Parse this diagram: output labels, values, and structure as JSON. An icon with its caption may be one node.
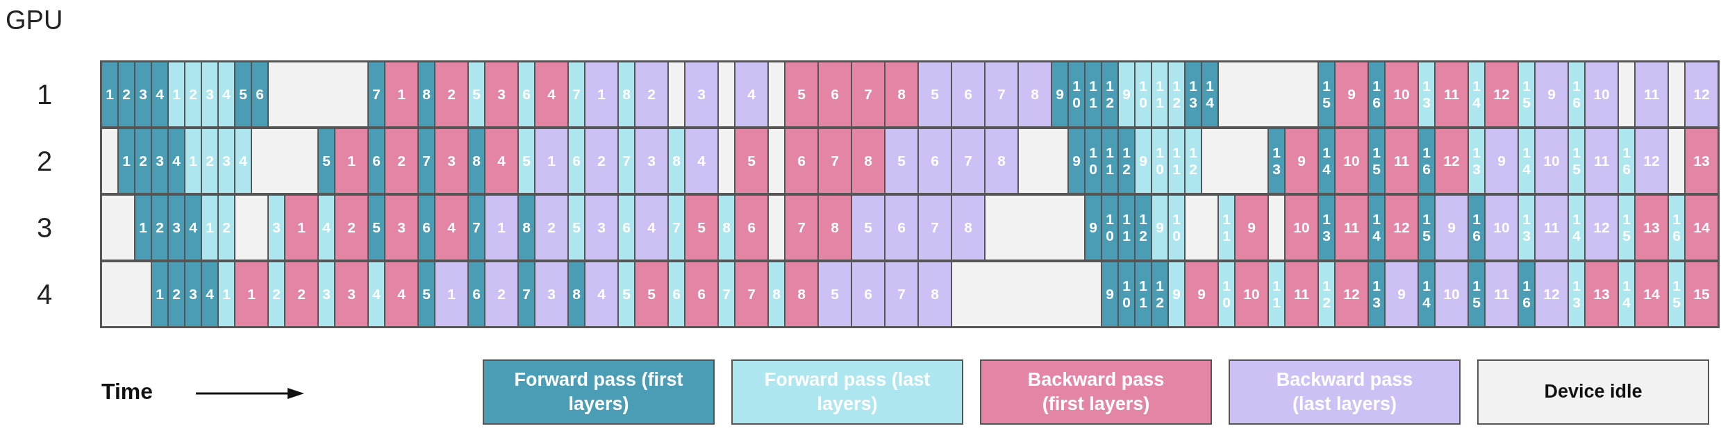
{
  "diagram": {
    "nodes": [
      {
        "text": [
          "1"
        ]
      },
      {
        "text": [
          "1"
        ],
        "in": 0
      },
      {
        "text": [
          "2"
        ],
        "in": 0
      },
      {
        "text": [
          "3"
        ],
        "in": 0
      },
      {
        "text": [
          "4"
        ],
        "in": 0
      },
      {
        "text": [
          "1"
        ],
        "in": 0
      },
      {
        "text": [
          "2"
        ],
        "in": 0
      },
      {
        "text": [
          "3"
        ],
        "in": 0
      },
      {
        "text": [
          "4"
        ],
        "in": 0
      },
      {
        "text": [
          "5"
        ],
        "in": 0
      },
      {
        "text": [
          "6"
        ],
        "in": 0
      },
      {
        "text": [],
        "shape": "box",
        "in": 0
      },
      {
        "text": [
          "7"
        ],
        "in": 0
      },
      {
        "text": [
          "1"
        ],
        "in": 0
      },
      {
        "text": [
          "8"
        ],
        "in": 0
      },
      {
        "text": [
          "2"
        ],
        "in": 0
      },
      {
        "text": [
          "5"
        ],
        "in": 0
      },
      {
        "text": [
          "3"
        ],
        "in": 0
      },
      {
        "text": [
          "6"
        ],
        "in": 0
      },
      {
        "text": [
          "4"
        ],
        "in": 0
      },
      {
        "text": [
          "7"
        ],
        "in": 0
      },
      {
        "text": [
          "1"
        ],
        "in": 0
      },
      {
        "text": [
          "8"
        ],
        "in": 0
      },
      {
        "text": [
          "2"
        ],
        "in": 0
      },
      {
        "text": [],
        "shape": "box",
        "in": 0
      },
      {
        "text": [
          "3"
        ],
        "in": 0
      },
      {
        "text": [],
        "shape": "box",
        "in": 0
      },
      {
        "text": [
          "4"
        ],
        "in": 0
      },
      {
        "text": [],
        "shape": "box",
        "in": 0
      },
      {
        "text": [
          "5"
        ],
        "in": 0
      },
      {
        "text": [
          "6"
        ],
        "in": 0
      },
      {
        "text": [
          "7"
        ],
        "in": 0
      },
      {
        "text": [
          "8"
        ],
        "in": 0
      },
      {
        "text": [
          "5"
        ],
        "in": 0
      },
      {
        "text": [
          "6"
        ],
        "in": 0
      },
      {
        "text": [
          "7"
        ],
        "in": 0
      },
      {
        "text": [
          "8"
        ],
        "in": 0
      },
      {
        "text": [
          "9"
        ],
        "in": 0
      },
      {
        "text": [
          "10"
        ],
        "in": 0
      },
      {
        "text": [
          "11"
        ],
        "in": 0
      },
      {
        "text": [
          "12"
        ],
        "in": 0
      },
      {
        "text": [
          "9"
        ],
        "in": 0
      },
      {
        "text": [
          "10"
        ],
        "in": 0
      },
      {
        "text": [
          "11"
        ],
        "in": 0
      },
      {
        "text": [
          "12"
        ],
        "in": 0
      },
      {
        "text": [
          "13"
        ],
        "in": 0
      },
      {
        "text": [
          "14"
        ],
        "in": 0
      },
      {
        "text": [],
        "shape": "box",
        "in": 0
      },
      {
        "text": [
          "15"
        ],
        "in": 0
      },
      {
        "text": [
          "9"
        ],
        "in": 0
      },
      {
        "text": [
          "16"
        ],
        "in": 0
      },
      {
        "text": [
          "10"
        ],
        "in": 0
      },
      {
        "text": [
          "13"
        ],
        "in": 0
      },
      {
        "text": [
          "11"
        ],
        "in": 0
      },
      {
        "text": [
          "14"
        ],
        "in": 0
      },
      {
        "text": [
          "12"
        ],
        "in": 0
      },
      {
        "text": [
          "15"
        ],
        "in": 0
      },
      {
        "text": [
          "9"
        ],
        "in": 0
      },
      {
        "text": [
          "16"
        ],
        "in": 0
      },
      {
        "text": [
          "10"
        ],
        "in": 0
      },
      {
        "text": [],
        "shape": "box",
        "in": 0
      },
      {
        "text": [
          "11"
        ],
        "in": 0
      },
      {
        "text": [],
        "shape": "box",
        "in": 0
      },
      {
        "text": [
          "12"
        ],
        "in": 0
      },
      {
        "text": [
          "2"
        ]
      },
      {
        "text": [],
        "shape": "box",
        "in": 64
      },
      {
        "text": [
          "1"
        ],
        "in": 64
      },
      {
        "text": [
          "2"
        ],
        "in": 64
      },
      {
        "text": [
          "3"
        ],
        "in": 64
      },
      {
        "text": [
          "4"
        ],
        "in": 64
      },
      {
        "text": [
          "1"
        ],
        "in": 64
      },
      {
        "text": [
          "2"
        ],
        "in": 64
      },
      {
        "text": [
          "3"
        ],
        "in": 64
      },
      {
        "text": [
          "4"
        ],
        "in": 64
      },
      {
        "text": [],
        "shape": "box",
        "in": 64
      },
      {
        "text": [
          "5"
        ],
        "in": 64
      },
      {
        "text": [
          "1"
        ],
        "in": 64
      },
      {
        "text": [
          "6"
        ],
        "in": 64
      },
      {
        "text": [
          "2"
        ],
        "in": 64
      },
      {
        "text": [
          "7"
        ],
        "in": 64
      },
      {
        "text": [
          "3"
        ],
        "in": 64
      },
      {
        "text": [
          "8"
        ],
        "in": 64
      },
      {
        "text": [
          "4"
        ],
        "in": 64
      },
      {
        "text": [
          "5"
        ],
        "in": 64
      },
      {
        "text": [
          "1"
        ],
        "in": 64
      },
      {
        "text": [
          "6"
        ],
        "in": 64
      },
      {
        "text": [
          "2"
        ],
        "in": 64
      },
      {
        "text": [
          "7"
        ],
        "in": 64
      },
      {
        "text": [
          "3"
        ],
        "in": 64
      },
      {
        "text": [
          "8"
        ],
        "in": 64
      },
      {
        "text": [
          "4"
        ],
        "in": 64
      },
      {
        "text": [],
        "shape": "box",
        "in": 64
      },
      {
        "text": [
          "5"
        ],
        "in": 64
      },
      {
        "text": [],
        "shape": "box",
        "in": 64
      },
      {
        "text": [
          "6"
        ],
        "in": 64
      },
      {
        "text": [
          "7"
        ],
        "in": 64
      },
      {
        "text": [
          "8"
        ],
        "in": 64
      },
      {
        "text": [
          "5"
        ],
        "in": 64
      },
      {
        "text": [
          "6"
        ],
        "in": 64
      },
      {
        "text": [
          "7"
        ],
        "in": 64
      },
      {
        "text": [
          "8"
        ],
        "in": 64
      },
      {
        "text": [],
        "shape": "box",
        "in": 64
      },
      {
        "text": [
          "9"
        ],
        "in": 64
      },
      {
        "text": [
          "10"
        ],
        "in": 64
      },
      {
        "text": [
          "11"
        ],
        "in": 64
      },
      {
        "text": [
          "12"
        ],
        "in": 64
      },
      {
        "text": [
          "9"
        ],
        "in": 64
      },
      {
        "text": [
          "10"
        ],
        "in": 64
      },
      {
        "text": [
          "11"
        ],
        "in": 64
      },
      {
        "text": [
          "12"
        ],
        "in": 64
      },
      {
        "text": [],
        "shape": "box",
        "in": 64
      },
      {
        "text": [
          "13"
        ],
        "in": 64
      },
      {
        "text": [
          "9"
        ],
        "in": 64
      },
      {
        "text": [
          "14"
        ],
        "in": 64
      },
      {
        "text": [
          "10"
        ],
        "in": 64
      },
      {
        "text": [
          "15"
        ],
        "in": 64
      },
      {
        "text": [
          "11"
        ],
        "in": 64
      },
      {
        "text": [
          "16"
        ],
        "in": 64
      },
      {
        "text": [
          "12"
        ],
        "in": 64
      },
      {
        "text": [
          "13"
        ],
        "in": 64
      },
      {
        "text": [
          "9"
        ],
        "in": 64
      },
      {
        "text": [
          "14"
        ],
        "in": 64
      },
      {
        "text": [
          "10"
        ],
        "in": 64
      },
      {
        "text": [
          "15"
        ],
        "in": 64
      },
      {
        "text": [
          "11"
        ],
        "in": 64
      },
      {
        "text": [
          "16"
        ],
        "in": 64
      },
      {
        "text": [
          "12"
        ],
        "in": 64
      },
      {
        "text": [],
        "shape": "box",
        "in": 64
      },
      {
        "text": [
          "13"
        ],
        "in": 64
      },
      {
        "text": [
          "3"
        ]
      },
      {
        "text": [],
        "shape": "box",
        "in": 129
      },
      {
        "text": [
          "1"
        ],
        "in": 129
      },
      {
        "text": [
          "2"
        ],
        "in": 129
      },
      {
        "text": [
          "3"
        ],
        "in": 129
      },
      {
        "text": [
          "4"
        ],
        "in": 129
      },
      {
        "text": [
          "1"
        ],
        "in": 129
      },
      {
        "text": [
          "2"
        ],
        "in": 129
      },
      {
        "text": [],
        "shape": "box",
        "in": 129
      },
      {
        "text": [
          "3"
        ],
        "in": 129
      },
      {
        "text": [
          "1"
        ],
        "in": 129
      },
      {
        "text": [
          "4"
        ],
        "in": 129
      },
      {
        "text": [
          "2"
        ],
        "in": 129
      },
      {
        "text": [
          "5"
        ],
        "in": 129
      },
      {
        "text": [
          "3"
        ],
        "in": 129
      },
      {
        "text": [
          "6"
        ],
        "in": 129
      },
      {
        "text": [
          "4"
        ],
        "in": 129
      },
      {
        "text": [
          "7"
        ],
        "in": 129
      },
      {
        "text": [
          "1"
        ],
        "in": 129
      },
      {
        "text": [
          "8"
        ],
        "in": 129
      },
      {
        "text": [
          "2"
        ],
        "in": 129
      },
      {
        "text": [
          "5"
        ],
        "in": 129
      },
      {
        "text": [
          "3"
        ],
        "in": 129
      },
      {
        "text": [
          "6"
        ],
        "in": 129
      },
      {
        "text": [
          "4"
        ],
        "in": 129
      },
      {
        "text": [
          "7"
        ],
        "in": 129
      },
      {
        "text": [
          "5"
        ],
        "in": 129
      },
      {
        "text": [
          "8"
        ],
        "in": 129
      },
      {
        "text": [
          "6"
        ],
        "in": 129
      },
      {
        "text": [],
        "shape": "box",
        "in": 129
      },
      {
        "text": [
          "7"
        ],
        "in": 129
      },
      {
        "text": [
          "8"
        ],
        "in": 129
      },
      {
        "text": [
          "5"
        ],
        "in": 129
      },
      {
        "text": [
          "6"
        ],
        "in": 129
      },
      {
        "text": [
          "7"
        ],
        "in": 129
      },
      {
        "text": [
          "8"
        ],
        "in": 129
      },
      {
        "text": [],
        "shape": "box",
        "in": 129
      },
      {
        "text": [
          "9"
        ],
        "in": 129
      },
      {
        "text": [
          "10"
        ],
        "in": 129
      },
      {
        "text": [
          "11"
        ],
        "in": 129
      },
      {
        "text": [
          "12"
        ],
        "in": 129
      },
      {
        "text": [
          "9"
        ],
        "in": 129
      },
      {
        "text": [
          "10"
        ],
        "in": 129
      },
      {
        "text": [],
        "shape": "box",
        "in": 129
      },
      {
        "text": [
          "11"
        ],
        "in": 129
      },
      {
        "text": [
          "9"
        ],
        "in": 129
      },
      {
        "text": [],
        "shape": "box",
        "in": 129
      },
      {
        "text": [
          "10"
        ],
        "in": 129
      },
      {
        "text": [
          "13"
        ],
        "in": 129
      },
      {
        "text": [
          "11"
        ],
        "in": 129
      },
      {
        "text": [
          "14"
        ],
        "in": 129
      },
      {
        "text": [
          "12"
        ],
        "in": 129
      },
      {
        "text": [
          "15"
        ],
        "in": 129
      },
      {
        "text": [
          "9"
        ],
        "in": 129
      },
      {
        "text": [
          "16"
        ],
        "in": 129
      },
      {
        "text": [
          "10"
        ],
        "in": 129
      },
      {
        "text": [
          "13"
        ],
        "in": 129
      },
      {
        "text": [
          "11"
        ],
        "in": 129
      },
      {
        "text": [
          "14"
        ],
        "in": 129
      },
      {
        "text": [
          "12"
        ],
        "in": 129
      },
      {
        "text": [
          "15"
        ],
        "in": 129
      },
      {
        "text": [
          "13"
        ],
        "in": 129
      },
      {
        "text": [
          "16"
        ],
        "in": 129
      },
      {
        "text": [
          "14"
        ],
        "in": 129
      },
      {
        "text": [
          "4"
        ]
      },
      {
        "text": [],
        "shape": "box",
        "in": 193
      },
      {
        "text": [
          "1"
        ],
        "in": 193
      },
      {
        "text": [
          "2"
        ],
        "in": 193
      },
      {
        "text": [
          "3"
        ],
        "in": 193
      },
      {
        "text": [
          "4"
        ],
        "in": 193
      },
      {
        "text": [
          "1"
        ],
        "in": 193
      },
      {
        "text": [
          "1"
        ],
        "in": 193
      },
      {
        "text": [
          "2"
        ],
        "in": 193
      },
      {
        "text": [
          "2"
        ],
        "in": 193
      },
      {
        "text": [
          "3"
        ],
        "in": 193
      },
      {
        "text": [
          "3"
        ],
        "in": 193
      },
      {
        "text": [
          "4"
        ],
        "in": 193
      },
      {
        "text": [
          "4"
        ],
        "in": 193
      },
      {
        "text": [
          "5"
        ],
        "in": 193
      },
      {
        "text": [
          "1"
        ],
        "in": 193
      },
      {
        "text": [
          "6"
        ],
        "in": 193
      },
      {
        "text": [
          "2"
        ],
        "in": 193
      },
      {
        "text": [
          "7"
        ],
        "in": 193
      },
      {
        "text": [
          "3"
        ],
        "in": 193
      },
      {
        "text": [
          "8"
        ],
        "in": 193
      },
      {
        "text": [
          "4"
        ],
        "in": 193
      },
      {
        "text": [
          "5"
        ],
        "in": 193
      },
      {
        "text": [
          "5"
        ],
        "in": 193
      },
      {
        "text": [
          "6"
        ],
        "in": 193
      },
      {
        "text": [
          "6"
        ],
        "in": 193
      },
      {
        "text": [
          "7"
        ],
        "in": 193
      },
      {
        "text": [
          "7"
        ],
        "in": 193
      },
      {
        "text": [
          "8"
        ],
        "in": 193
      },
      {
        "text": [
          "8"
        ],
        "in": 193
      },
      {
        "text": [
          "5"
        ],
        "in": 193
      },
      {
        "text": [
          "6"
        ],
        "in": 193
      },
      {
        "text": [
          "7"
        ],
        "in": 193
      },
      {
        "text": [
          "8"
        ],
        "in": 193
      },
      {
        "text": [],
        "shape": "box",
        "in": 193
      },
      {
        "text": [
          "9"
        ],
        "in": 193
      },
      {
        "text": [
          "10"
        ],
        "in": 193
      },
      {
        "text": [
          "11"
        ],
        "in": 193
      },
      {
        "text": [
          "12"
        ],
        "in": 193
      },
      {
        "text": [
          "9"
        ],
        "in": 193
      },
      {
        "text": [
          "9"
        ],
        "in": 193
      },
      {
        "text": [
          "10"
        ],
        "in": 193
      },
      {
        "text": [
          "10"
        ],
        "in": 193
      },
      {
        "text": [
          "11"
        ],
        "in": 193
      },
      {
        "text": [
          "11"
        ],
        "in": 193
      },
      {
        "text": [
          "12"
        ],
        "in": 193
      },
      {
        "text": [
          "12"
        ],
        "in": 193
      },
      {
        "text": [
          "13"
        ],
        "in": 193
      },
      {
        "text": [
          "9"
        ],
        "in": 193
      },
      {
        "text": [
          "14"
        ],
        "in": 193
      },
      {
        "text": [
          "10"
        ],
        "in": 193
      },
      {
        "text": [
          "15"
        ],
        "in": 193
      },
      {
        "text": [
          "11"
        ],
        "in": 193
      },
      {
        "text": [
          "16"
        ],
        "in": 193
      },
      {
        "text": [
          "12"
        ],
        "in": 193
      },
      {
        "text": [
          "13"
        ],
        "in": 193
      },
      {
        "text": [
          "13"
        ],
        "in": 193
      },
      {
        "text": [
          "14"
        ],
        "in": 193
      },
      {
        "text": [
          "14"
        ],
        "in": 193
      },
      {
        "text": [
          "15"
        ],
        "in": 193
      },
      {
        "text": [
          "15"
        ],
        "in": 193
      }
    ],
    "labels": [
      "GPU",
      "Time"
    ],
    "legend": [
      {
        "text": "Forward pass (first layers)",
        "color": "#4a9db5"
      },
      {
        "text": "Forward pass (last layers)",
        "color": "#ade6ef"
      },
      {
        "text": "Backward pass (first layers)",
        "color": "#e585a5"
      },
      {
        "text": "Backward pass (last layers)",
        "color": "#cdc0f5"
      },
      {
        "text": "Device idle",
        "color": "#f2f2f2"
      }
    ]
  }
}
